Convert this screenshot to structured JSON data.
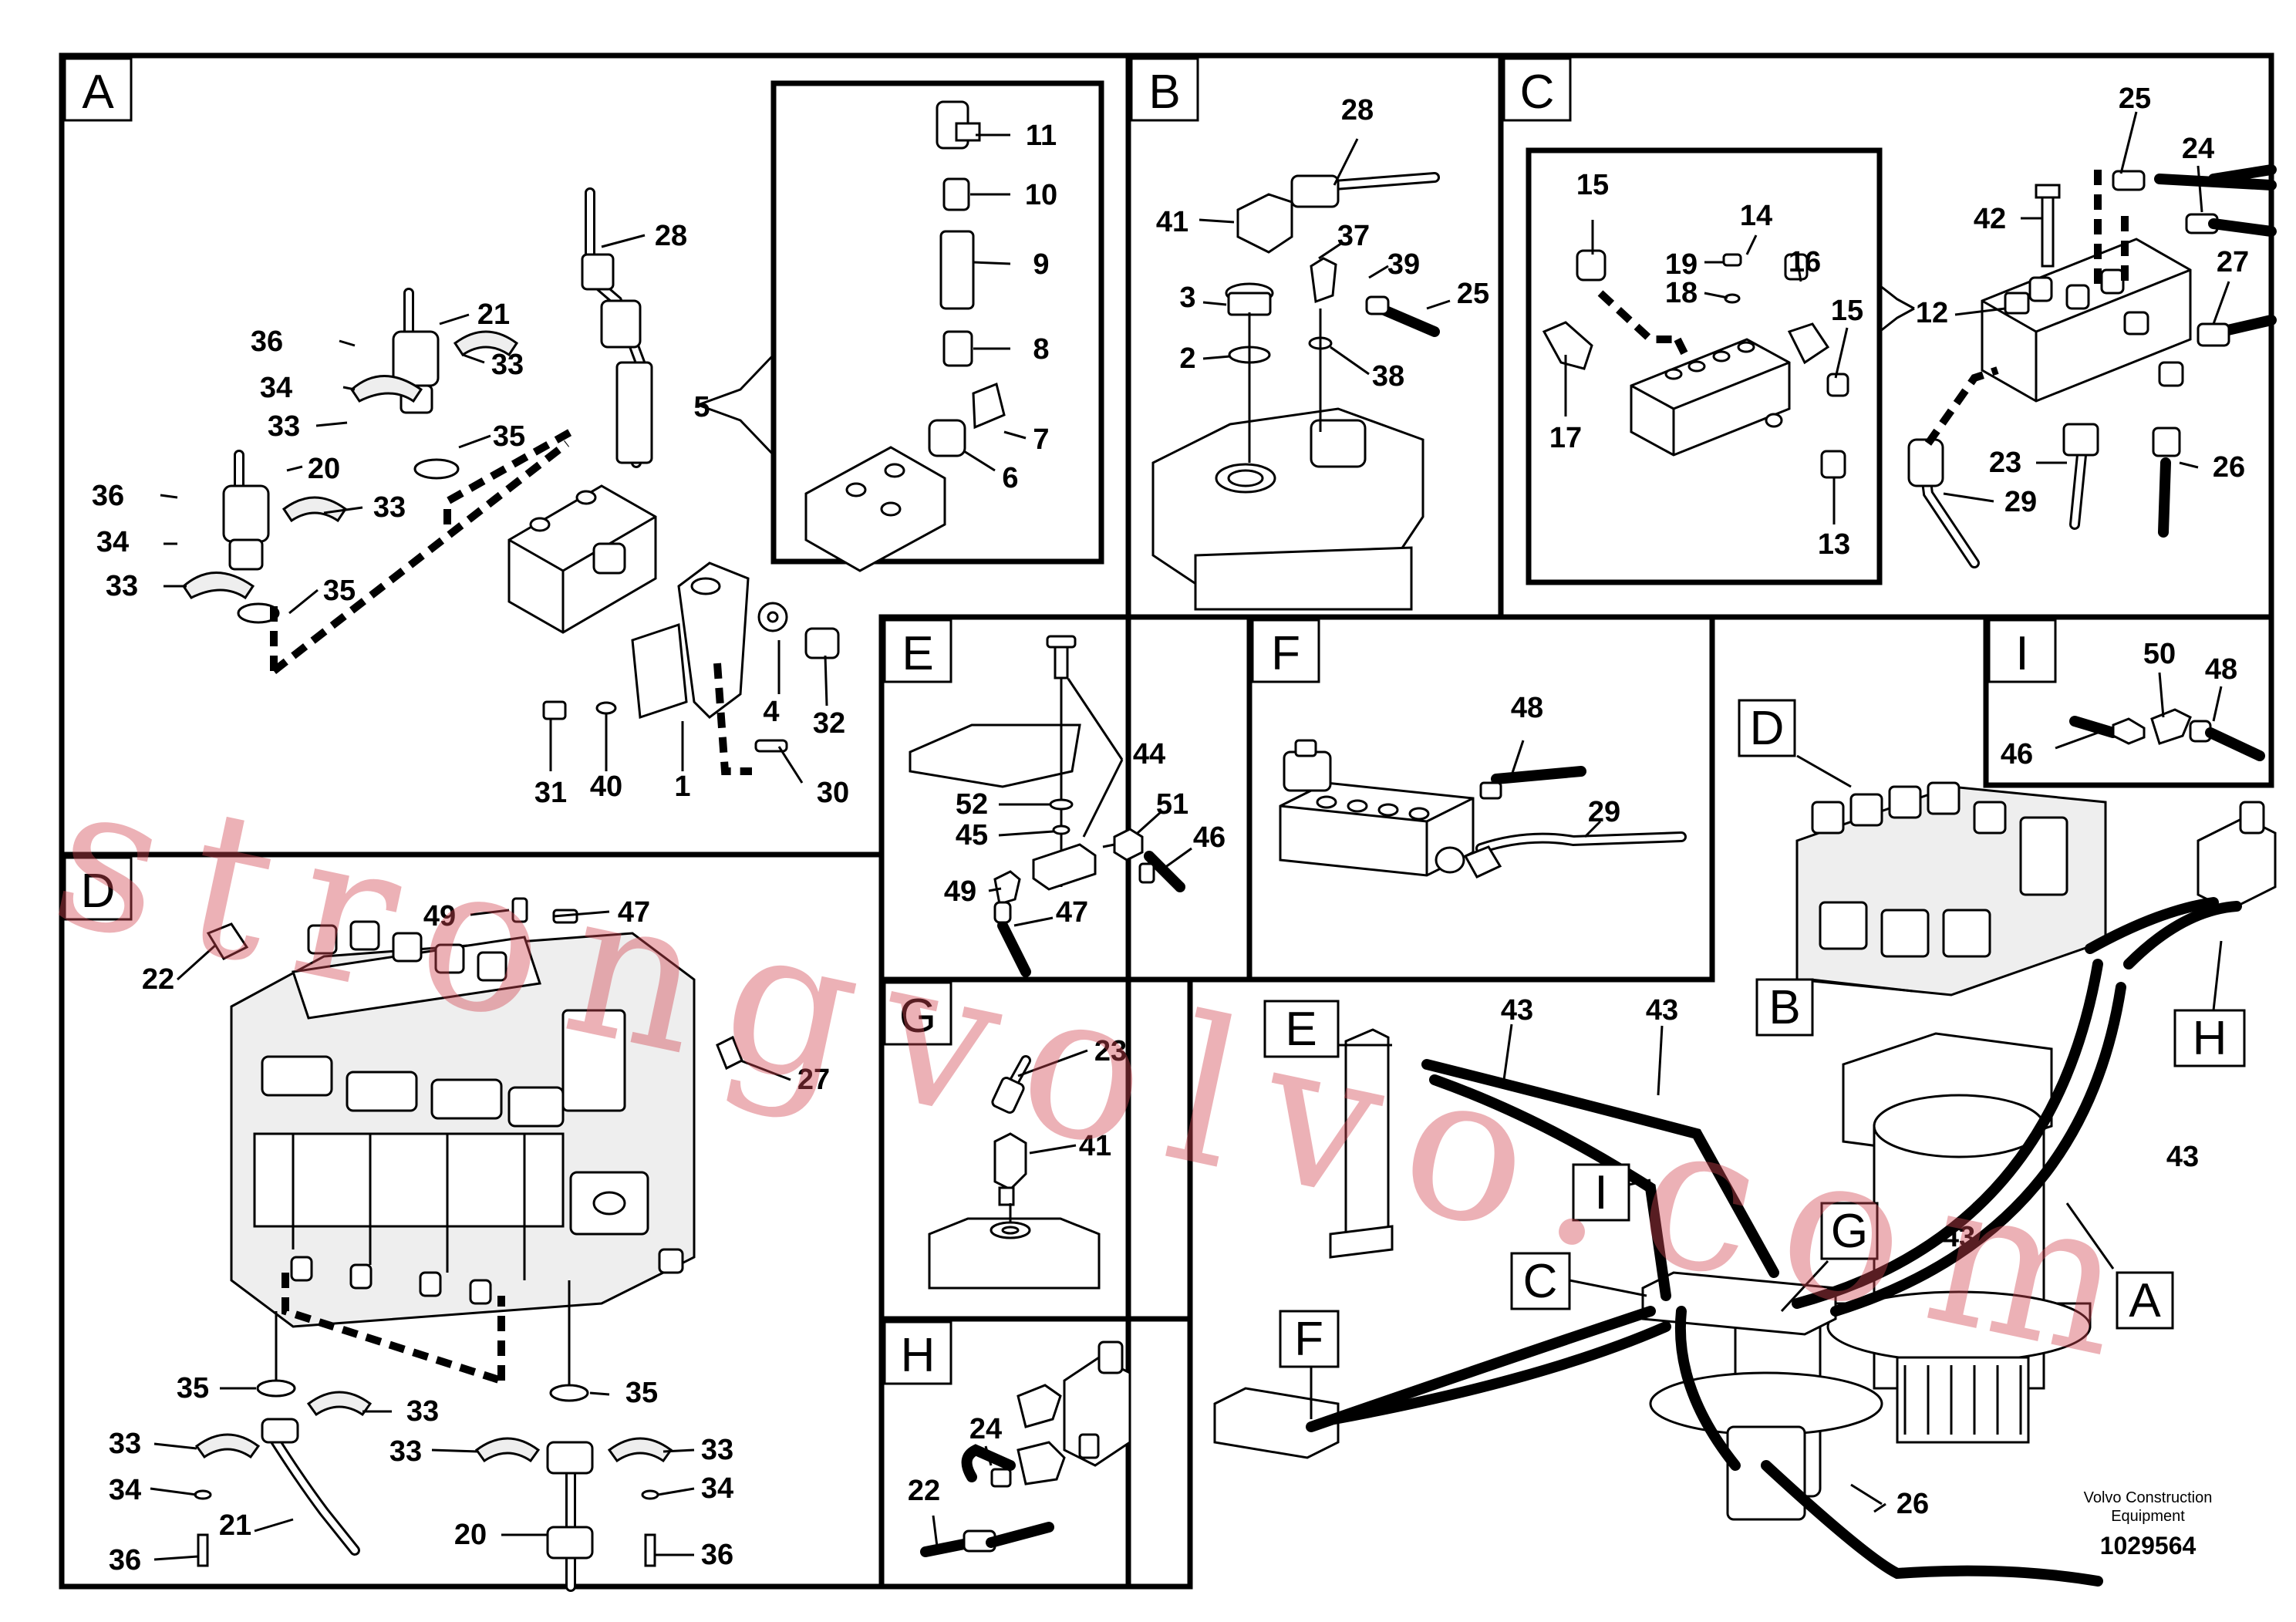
{
  "sections": [
    "A",
    "B",
    "C",
    "D",
    "E",
    "F",
    "G",
    "H",
    "I"
  ],
  "overview_callouts": [
    "D",
    "B",
    "H",
    "E",
    "I",
    "G",
    "C",
    "A",
    "F"
  ],
  "overview_numbers": [
    "43",
    "43",
    "43",
    "43",
    "26"
  ],
  "panel_a": {
    "numbers": [
      "28",
      "21",
      "36",
      "34",
      "33",
      "33",
      "35",
      "36",
      "20",
      "34",
      "33",
      "33",
      "35",
      "5",
      "4",
      "32",
      "31",
      "40",
      "1",
      "30"
    ],
    "inset_numbers": [
      "11",
      "10",
      "9",
      "8",
      "7",
      "6"
    ]
  },
  "panel_b": {
    "numbers": [
      "28",
      "41",
      "37",
      "39",
      "25",
      "3",
      "2",
      "38"
    ]
  },
  "panel_c": {
    "numbers": [
      "25",
      "24",
      "42",
      "27",
      "12",
      "23",
      "26",
      "29"
    ],
    "inset_numbers": [
      "15",
      "14",
      "19",
      "16",
      "18",
      "15",
      "17",
      "13"
    ]
  },
  "panel_d": {
    "numbers": [
      "49",
      "47",
      "22",
      "27",
      "35",
      "33",
      "35",
      "33",
      "33",
      "33",
      "34",
      "34",
      "21",
      "20",
      "36",
      "36"
    ]
  },
  "panel_e": {
    "numbers": [
      "44",
      "52",
      "51",
      "45",
      "46",
      "49",
      "47"
    ]
  },
  "panel_f": {
    "numbers": [
      "48",
      "29"
    ]
  },
  "panel_g": {
    "numbers": [
      "23",
      "41"
    ]
  },
  "panel_h": {
    "numbers": [
      "24",
      "22"
    ]
  },
  "panel_i": {
    "numbers": [
      "50",
      "48",
      "46"
    ]
  },
  "footer": {
    "brand_line1": "Volvo Construction",
    "brand_line2": "Equipment",
    "doc_id": "1029564"
  },
  "watermark": "strongvolvo.com",
  "colors": {
    "ink": "#000000",
    "paper": "#ffffff",
    "watermark": "#d24650"
  }
}
